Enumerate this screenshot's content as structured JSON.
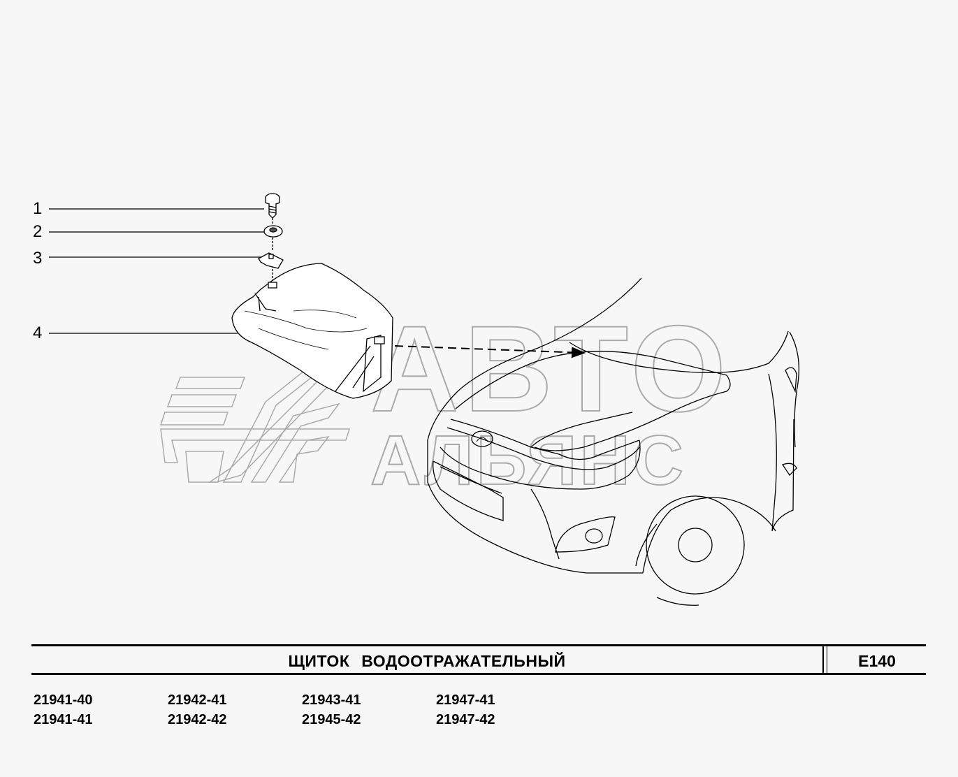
{
  "callouts": [
    {
      "number": "1",
      "part": "screw"
    },
    {
      "number": "2",
      "part": "washer"
    },
    {
      "number": "3",
      "part": "clip nut"
    },
    {
      "number": "4",
      "part": "splash shield"
    }
  ],
  "watermark": {
    "line1": "АВТО",
    "line2": "АЛЬЯНС"
  },
  "title": "ЩИТОК ВОДООТРАЖАТЕЛЬНЫЙ",
  "code": "E140",
  "models": [
    "21941-40",
    "21942-41",
    "21943-41",
    "21947-41",
    "21941-41",
    "21942-42",
    "21945-42",
    "21947-42"
  ]
}
